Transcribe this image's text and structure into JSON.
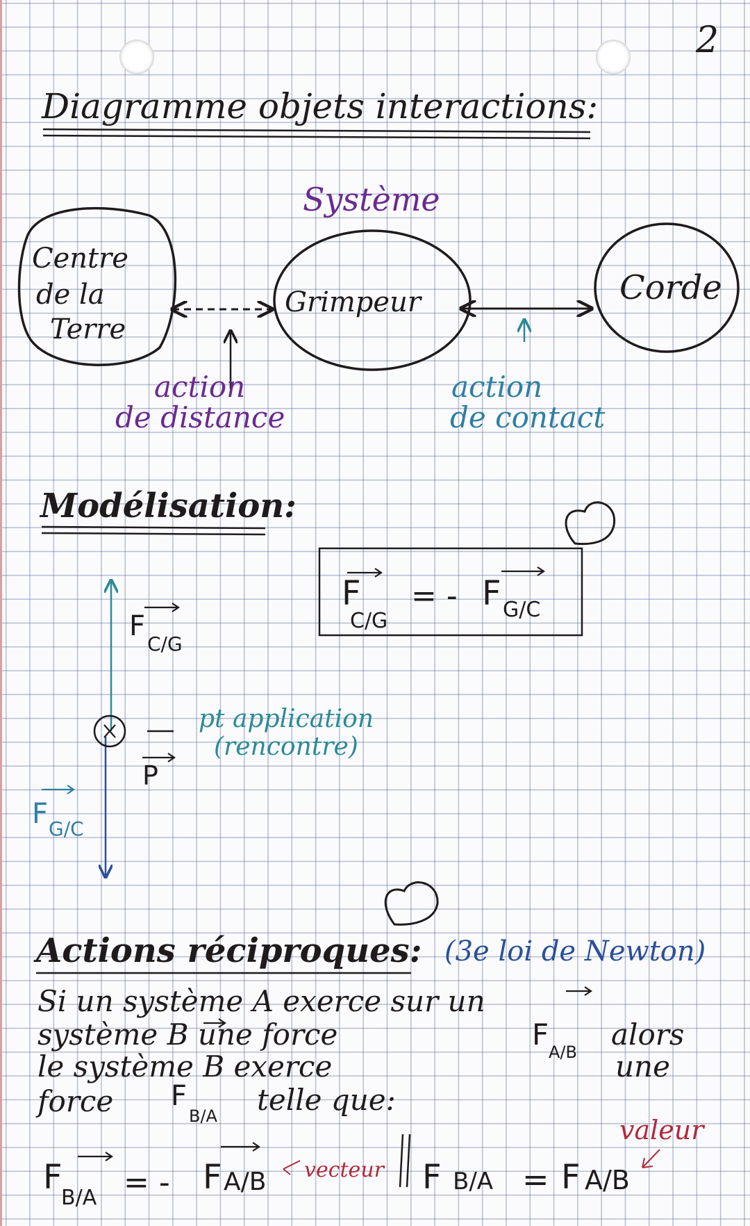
{
  "page_number": "2",
  "section1": {
    "title": "Diagramme objets interactions:",
    "system_label": "Système",
    "nodes": {
      "left": [
        "Centre",
        "de la",
        "Terre"
      ],
      "center": "Grimpeur",
      "right": "Corde"
    },
    "action_distance": [
      "action",
      "de distance"
    ],
    "action_contact": [
      "action",
      "de contact"
    ]
  },
  "section2": {
    "title": "Modélisation:",
    "boxed_formula": {
      "lhs": "F",
      "lhs_sub": "C/G",
      "eq": "= -",
      "rhs": "F",
      "rhs_sub": "G/C"
    },
    "force_up": {
      "label": "F",
      "sub": "C/G"
    },
    "force_down": {
      "label": "F",
      "sub": "G/C"
    },
    "weight": "P",
    "application_point": [
      "pt application",
      "(rencontre)"
    ]
  },
  "section3": {
    "title": "Actions réciproques:",
    "subtitle": "(3e loi de Newton)",
    "lines": [
      "Si un système A exerce sur un",
      "système B une force",
      "alors",
      "le système B exerce",
      "une",
      "force",
      "telle que:"
    ],
    "force_ab": {
      "label": "F",
      "sub": "A/B"
    },
    "force_ba": {
      "label": "F",
      "sub": "B/A"
    },
    "formula_vector": {
      "lhs": "F",
      "lhs_sub": "B/A",
      "eq": "= -",
      "rhs": "F",
      "rhs_sub": "A/B"
    },
    "vector_note": "vecteur",
    "formula_value": {
      "lhs": "F",
      "lhs_sub": "B/A",
      "eq": "=",
      "rhs": "F",
      "rhs_sub": "A/B"
    },
    "value_note": "valeur"
  },
  "colors": {
    "ink": "#1f1b1c",
    "purple": "#6a2a8f",
    "teal": "#2f7fa3",
    "blue": "#2a4f9a",
    "red": "#b02a3a"
  }
}
